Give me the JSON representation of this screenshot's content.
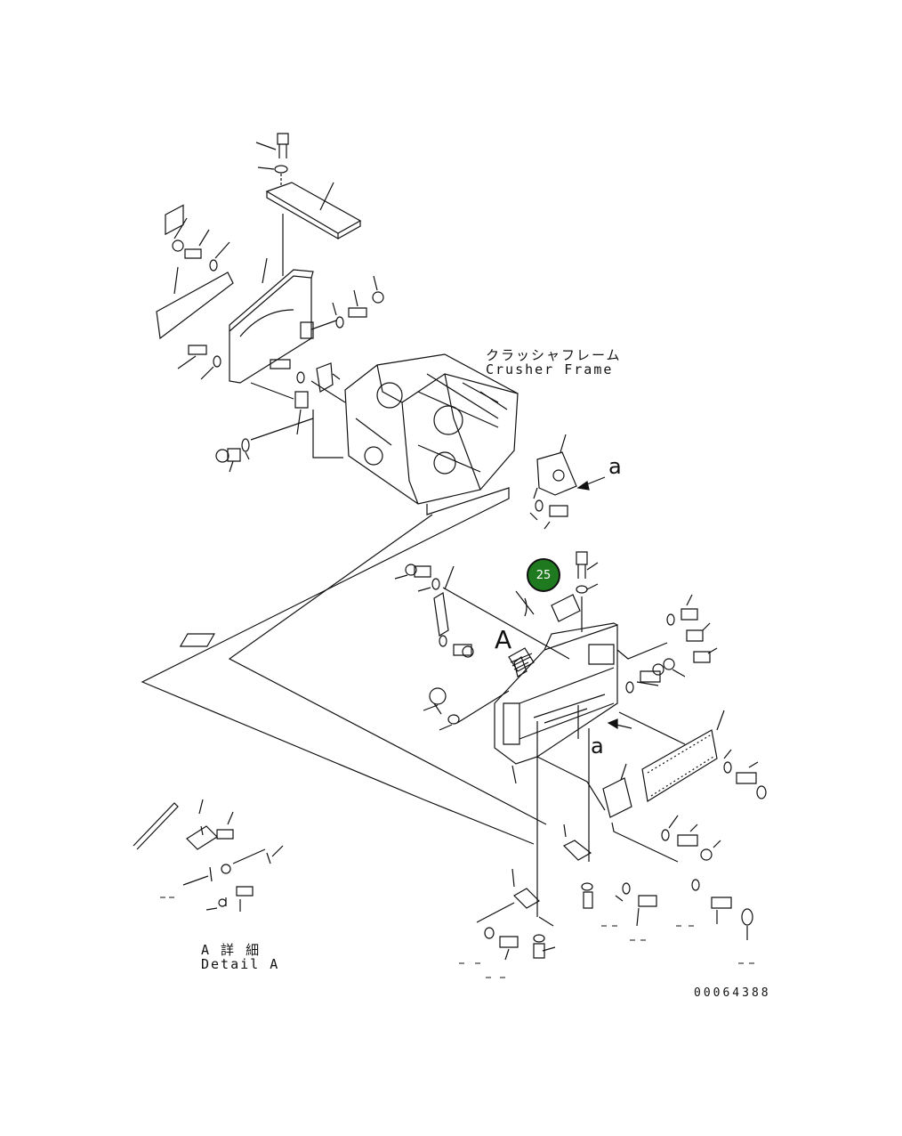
{
  "labels": {
    "crusher_frame_jp": "クラッシャフレーム",
    "crusher_frame_en": "Crusher Frame",
    "detail_jp": "A 詳 細",
    "detail_en": "Detail A",
    "view_a_upper": "a",
    "view_a_lower": "a",
    "detail_marker": "A",
    "drawing_number": "00064388"
  },
  "callouts": [
    {
      "id": "25",
      "label": "25",
      "color": "#1f7a1f"
    }
  ]
}
